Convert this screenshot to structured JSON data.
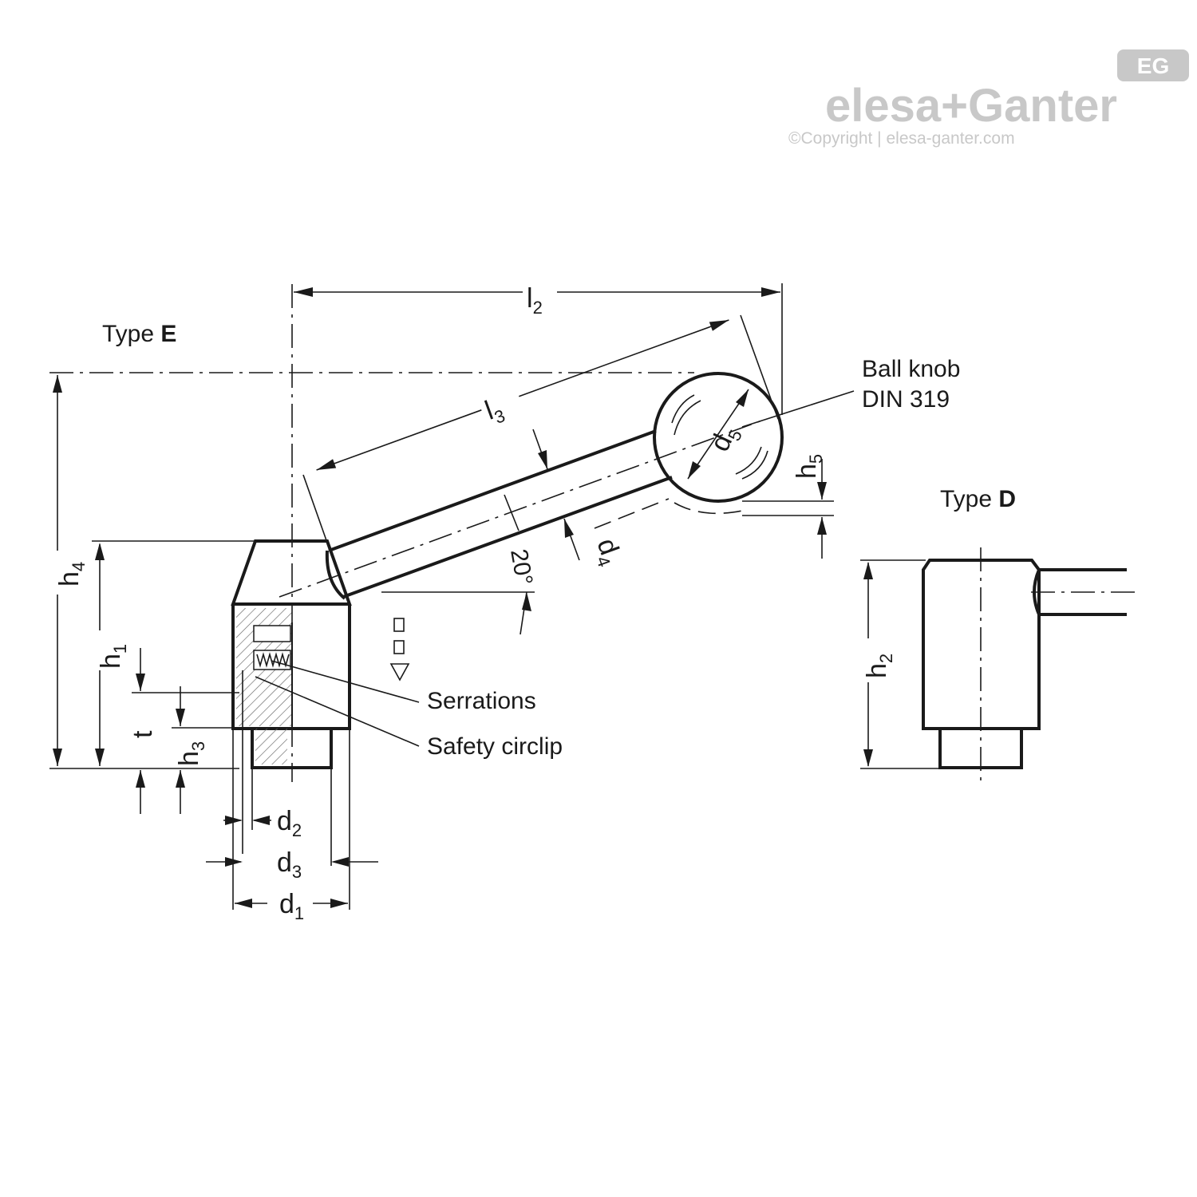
{
  "logo": {
    "brand": "elesa+Ganter",
    "copyright": "©Copyright | elesa-ganter.com",
    "badge": "EG",
    "color": "#c8c8c8"
  },
  "types": {
    "type_e_prefix": "Type ",
    "type_e_letter": "E",
    "type_d_prefix": "Type ",
    "type_d_letter": "D"
  },
  "callouts": {
    "ball_knob_line1": "Ball knob",
    "ball_knob_line2": "DIN 319",
    "serrations": "Serrations",
    "safety_circlip": "Safety circlip"
  },
  "dimensions": {
    "l2": {
      "base": "l",
      "sub": "2"
    },
    "l3": {
      "base": "l",
      "sub": "3"
    },
    "d5": {
      "base": "d",
      "sub": "5"
    },
    "h5": {
      "base": "h",
      "sub": "5"
    },
    "d4": {
      "base": "d",
      "sub": "4"
    },
    "angle": "20°",
    "h4": {
      "base": "h",
      "sub": "4"
    },
    "h1": {
      "base": "h",
      "sub": "1"
    },
    "t": "t",
    "h3": {
      "base": "h",
      "sub": "3"
    },
    "d2": {
      "base": "d",
      "sub": "2"
    },
    "d3": {
      "base": "d",
      "sub": "3"
    },
    "d1": {
      "base": "d",
      "sub": "1"
    },
    "h2": {
      "base": "h",
      "sub": "2"
    }
  }
}
